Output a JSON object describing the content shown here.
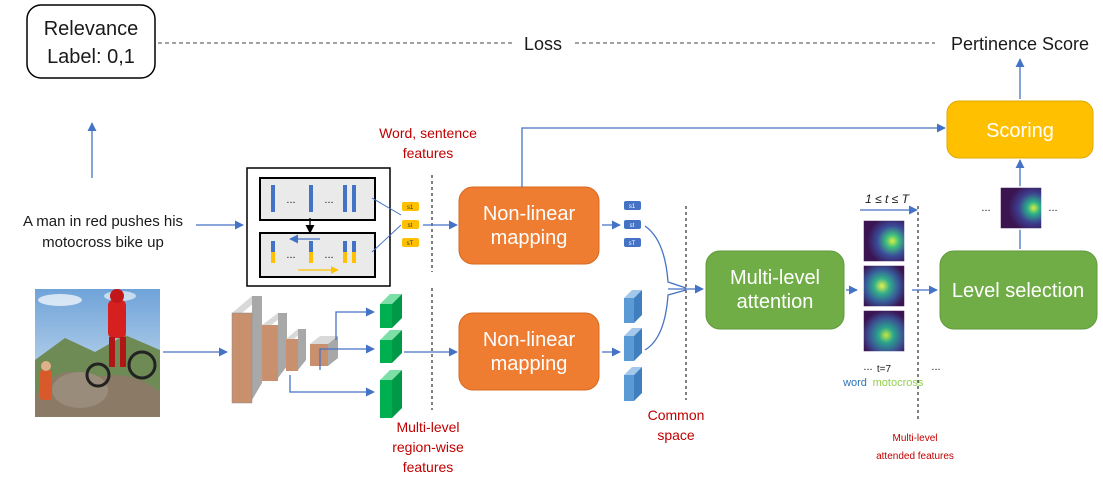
{
  "relevance_box": {
    "line1": "Relevance",
    "line2": "Label: 0,1"
  },
  "loss_label": "Loss",
  "pertinence_label": "Pertinence Score",
  "caption_text": {
    "line1": "A man in red pushes his",
    "line2": "motocross bike up"
  },
  "word_features_label": {
    "line1": "Word, sentence",
    "line2": "features"
  },
  "nonlinear_mapping": {
    "line1": "Non-linear",
    "line2": "mapping"
  },
  "multilevel_attention": {
    "line1": "Multi-level",
    "line2": "attention"
  },
  "level_selection_label": "Level selection",
  "scoring_label": "Scoring",
  "region_features_label": {
    "line1": "Multi-level",
    "line2": "region-wise",
    "line3": "features"
  },
  "common_space_label": {
    "line1": "Common",
    "line2": "space"
  },
  "attended_features_label": {
    "line1": "Multi-level",
    "line2": "attended features"
  },
  "time_range_label": "1 ≤ t ≤ T",
  "timestep_label": "t=7",
  "word_label": "word",
  "motocross_word": "motocross",
  "ellipsis": "...",
  "token_labels": [
    "s1",
    "st",
    "sT"
  ],
  "colors": {
    "orange_box": "#ef7d31",
    "green_box": "#70ad47",
    "yellow_box": "#ffc000",
    "arrow_blue": "#4472c4",
    "label_red": "#c00000",
    "feature_green": "#00b050",
    "feature_blue": "#5b9bd5",
    "word_blue": "#2e74b5",
    "motocross_green": "#92d050"
  },
  "icons": [
    "rnn-encoder-icon",
    "cnn-icon",
    "photo-thumbnail",
    "attention-map-icon"
  ]
}
